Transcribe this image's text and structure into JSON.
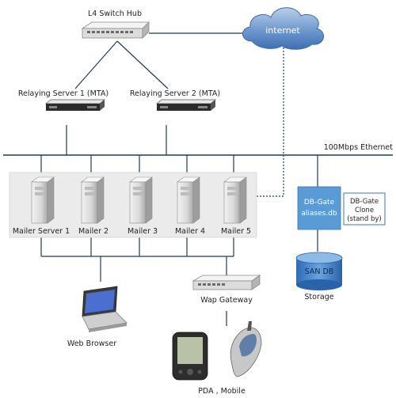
{
  "diagram": {
    "switch_hub": "L4 Switch Hub",
    "internet": "internet",
    "relay_1": "Relaying Server  1 (MTA)",
    "relay_2": "Relaying Server  2 (MTA)",
    "ethernet": "100Mbps Ethernet",
    "mailers": [
      "Mailer Server 1",
      "Mailer 2",
      "Mailer 3",
      "Mailer 4",
      "Mailer 5"
    ],
    "db_gate": [
      "DB-Gate",
      "aliases.db"
    ],
    "db_clone": [
      "DB-Gate",
      "Clone",
      "(stand by)"
    ],
    "san": "SAN DB",
    "storage": "Storage",
    "wap": "Wap Gateway",
    "browser": "Web Browser",
    "pda": "PDA , Mobile"
  },
  "colors": {
    "line": "#1f3b57",
    "panel": "#ebebeb",
    "db_gate": "#5b9bd5",
    "san": "#3c7fc9",
    "cloud": "#4a7fc0"
  }
}
